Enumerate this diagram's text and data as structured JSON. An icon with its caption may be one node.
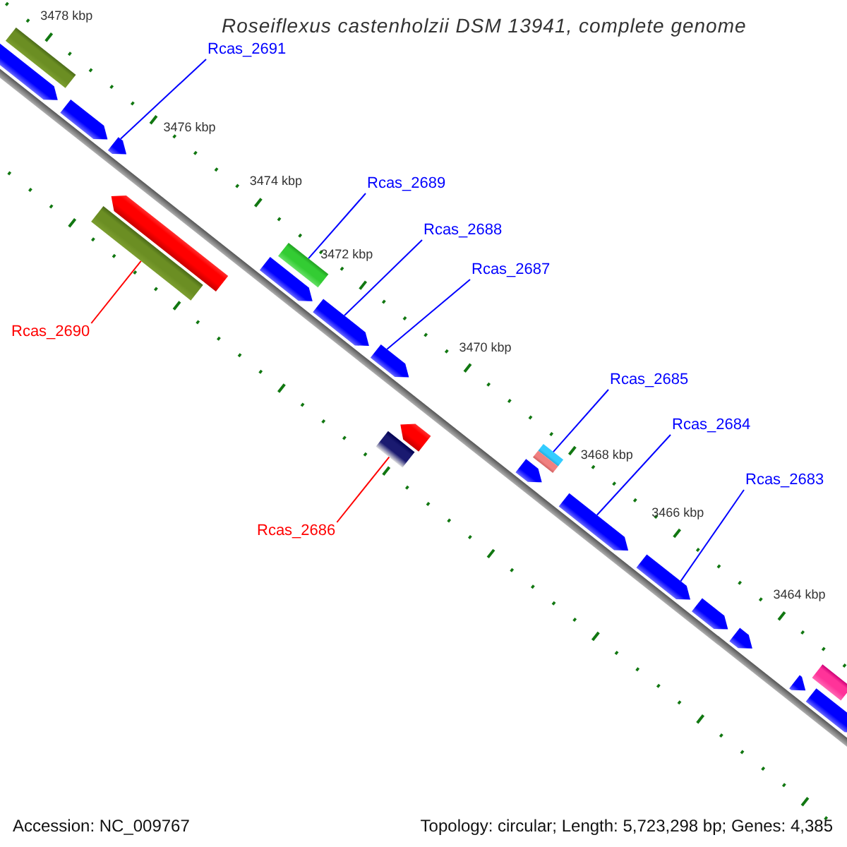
{
  "diagram": {
    "title": "Roseiflexus castenholzii DSM 13941, complete genome",
    "nodes": [
      {
        "text": [
          "Rcas_2691"
        ]
      },
      {
        "text": [
          "Rcas_2690"
        ]
      },
      {
        "text": [
          "Rcas_2689"
        ]
      },
      {
        "text": [
          "Rcas_2688"
        ]
      },
      {
        "text": [
          "Rcas_2687"
        ]
      },
      {
        "text": [
          "Rcas_2685"
        ]
      },
      {
        "text": [
          "Rcas_2684"
        ]
      },
      {
        "text": [
          "Rcas_2683"
        ]
      },
      {
        "text": [
          "Rcas_2686"
        ]
      },
      {
        "text": [],
        "shape": "arrow"
      },
      {
        "text": [],
        "shape": "bar"
      },
      {
        "text": [],
        "shape": "arrow"
      },
      {
        "text": [],
        "shape": "arrow"
      },
      {
        "text": [],
        "shape": "arrow"
      },
      {
        "text": [],
        "shape": "bar"
      },
      {
        "text": [],
        "shape": "arrow"
      },
      {
        "text": [],
        "shape": "bar"
      },
      {
        "text": [],
        "shape": "arrow"
      },
      {
        "text": [],
        "shape": "arrow"
      },
      {
        "text": [],
        "shape": "bar"
      },
      {
        "text": [],
        "shape": "arrow"
      },
      {
        "text": [],
        "shape": "arrow"
      },
      {
        "text": [],
        "shape": "bar"
      },
      {
        "text": [],
        "shape": "bar"
      },
      {
        "text": [],
        "shape": "arrow"
      },
      {
        "text": [],
        "shape": "arrow"
      },
      {
        "text": [],
        "shape": "arrow"
      },
      {
        "text": [],
        "shape": "arrow"
      },
      {
        "text": [],
        "shape": "arrow"
      },
      {
        "text": [],
        "shape": "bar"
      },
      {
        "text": [],
        "shape": "arrow"
      }
    ],
    "edges": [
      {
        "from": 0,
        "to": 12,
        "arrow": "none"
      },
      {
        "from": 1,
        "to": 14,
        "arrow": "none",
        "color": "#ff0000"
      },
      {
        "from": 2,
        "to": 16,
        "arrow": "none"
      },
      {
        "from": 3,
        "to": 17,
        "arrow": "none"
      },
      {
        "from": 4,
        "to": 18,
        "arrow": "none"
      },
      {
        "from": 8,
        "to": 19,
        "arrow": "none",
        "color": "#ff0000"
      },
      {
        "from": 5,
        "to": 22,
        "arrow": "none"
      },
      {
        "from": 6,
        "to": 24,
        "arrow": "none"
      },
      {
        "from": 7,
        "to": 25,
        "arrow": "none"
      }
    ],
    "labels": [
      "3478 kbp",
      "3476 kbp",
      "3474 kbp",
      "3472 kbp",
      "3470 kbp",
      "3468 kbp",
      "3466 kbp",
      "3464 kbp",
      "Accession: NC_009767",
      "Topology: circular; Length: 5,723,298 bp; Genes: 4,385"
    ]
  }
}
